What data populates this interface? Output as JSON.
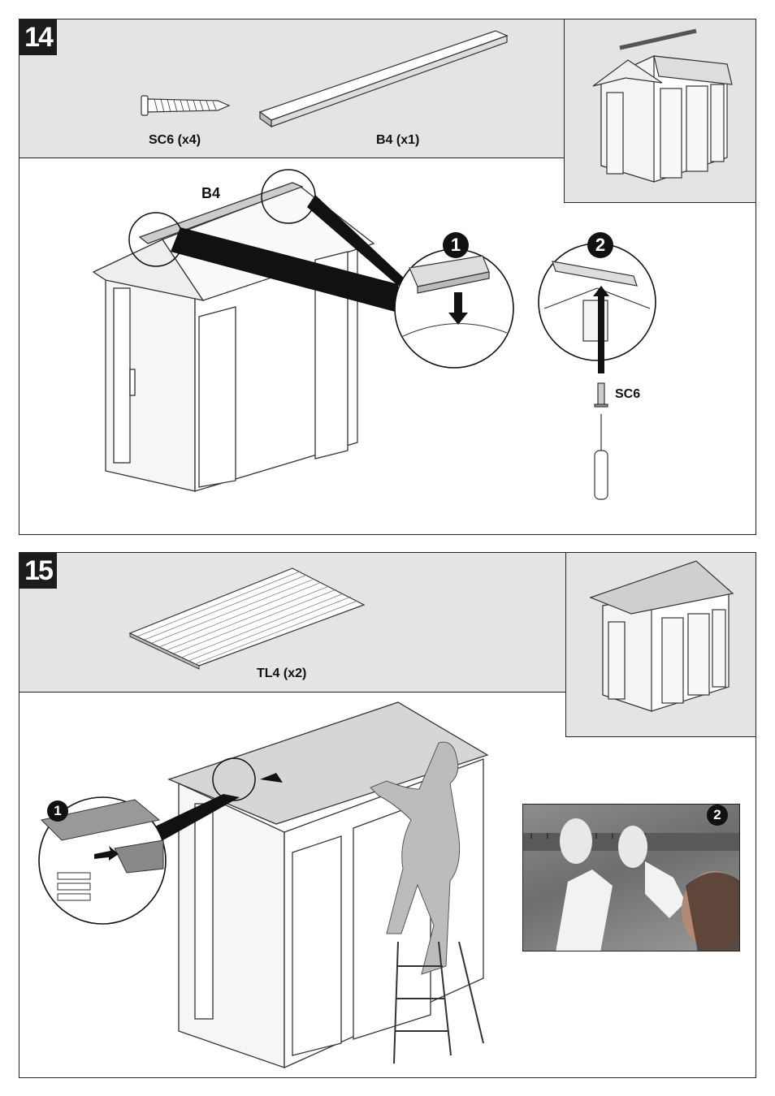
{
  "steps": [
    {
      "number": "14",
      "parts": [
        {
          "label": "SC6 (x4)"
        },
        {
          "label": "B4 (x1)"
        }
      ],
      "main_label": "B4",
      "callouts": [
        "1",
        "2"
      ],
      "screw_label": "SC6"
    },
    {
      "number": "15",
      "parts": [
        {
          "label": "TL4 (x2)"
        }
      ],
      "callouts": [
        "1",
        "2"
      ]
    }
  ]
}
